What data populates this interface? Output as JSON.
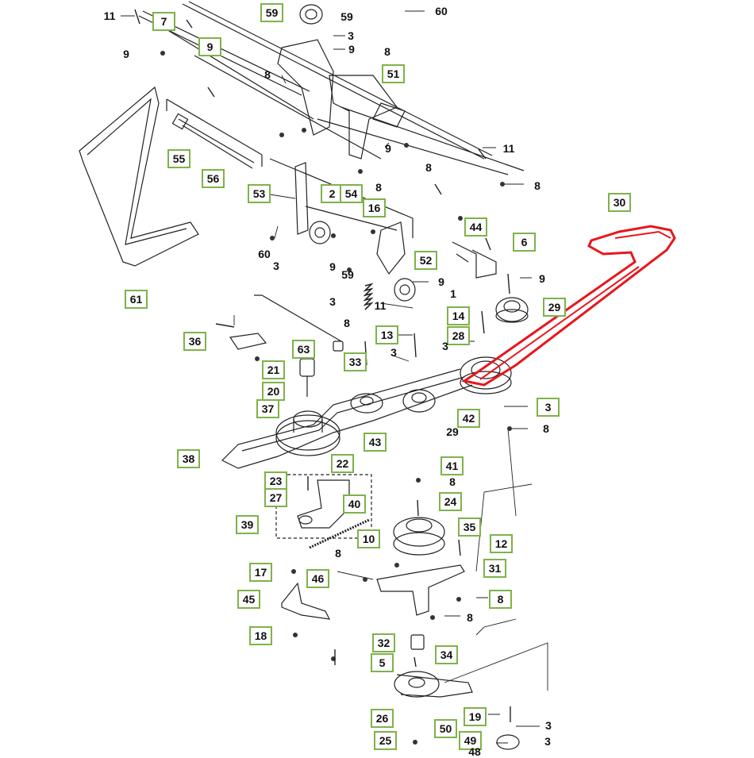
{
  "diagram": {
    "boxed_callouts": [
      "59",
      "7",
      "9",
      "51",
      "55",
      "56",
      "53",
      "2",
      "54",
      "16",
      "44",
      "6",
      "30",
      "52",
      "61",
      "36",
      "63",
      "21",
      "20",
      "37",
      "38",
      "14",
      "28",
      "29",
      "13",
      "33",
      "42",
      "43",
      "3",
      "41",
      "24",
      "22",
      "23",
      "27",
      "40",
      "39",
      "35",
      "12",
      "10",
      "31",
      "8",
      "17",
      "46",
      "45",
      "18",
      "32",
      "5",
      "34",
      "19",
      "26",
      "50",
      "25",
      "49"
    ],
    "plain_callouts": [
      "11",
      "59",
      "3",
      "9",
      "8",
      "60",
      "9",
      "8",
      "11",
      "9",
      "8",
      "8",
      "8",
      "60",
      "3",
      "9",
      "59",
      "9",
      "1",
      "3",
      "11",
      "9",
      "8",
      "3",
      "3",
      "29",
      "8",
      "8",
      "8",
      "8",
      "3",
      "3",
      "48"
    ],
    "highlight_color": "#e8161c",
    "box_border_color": "#7fb24a"
  }
}
